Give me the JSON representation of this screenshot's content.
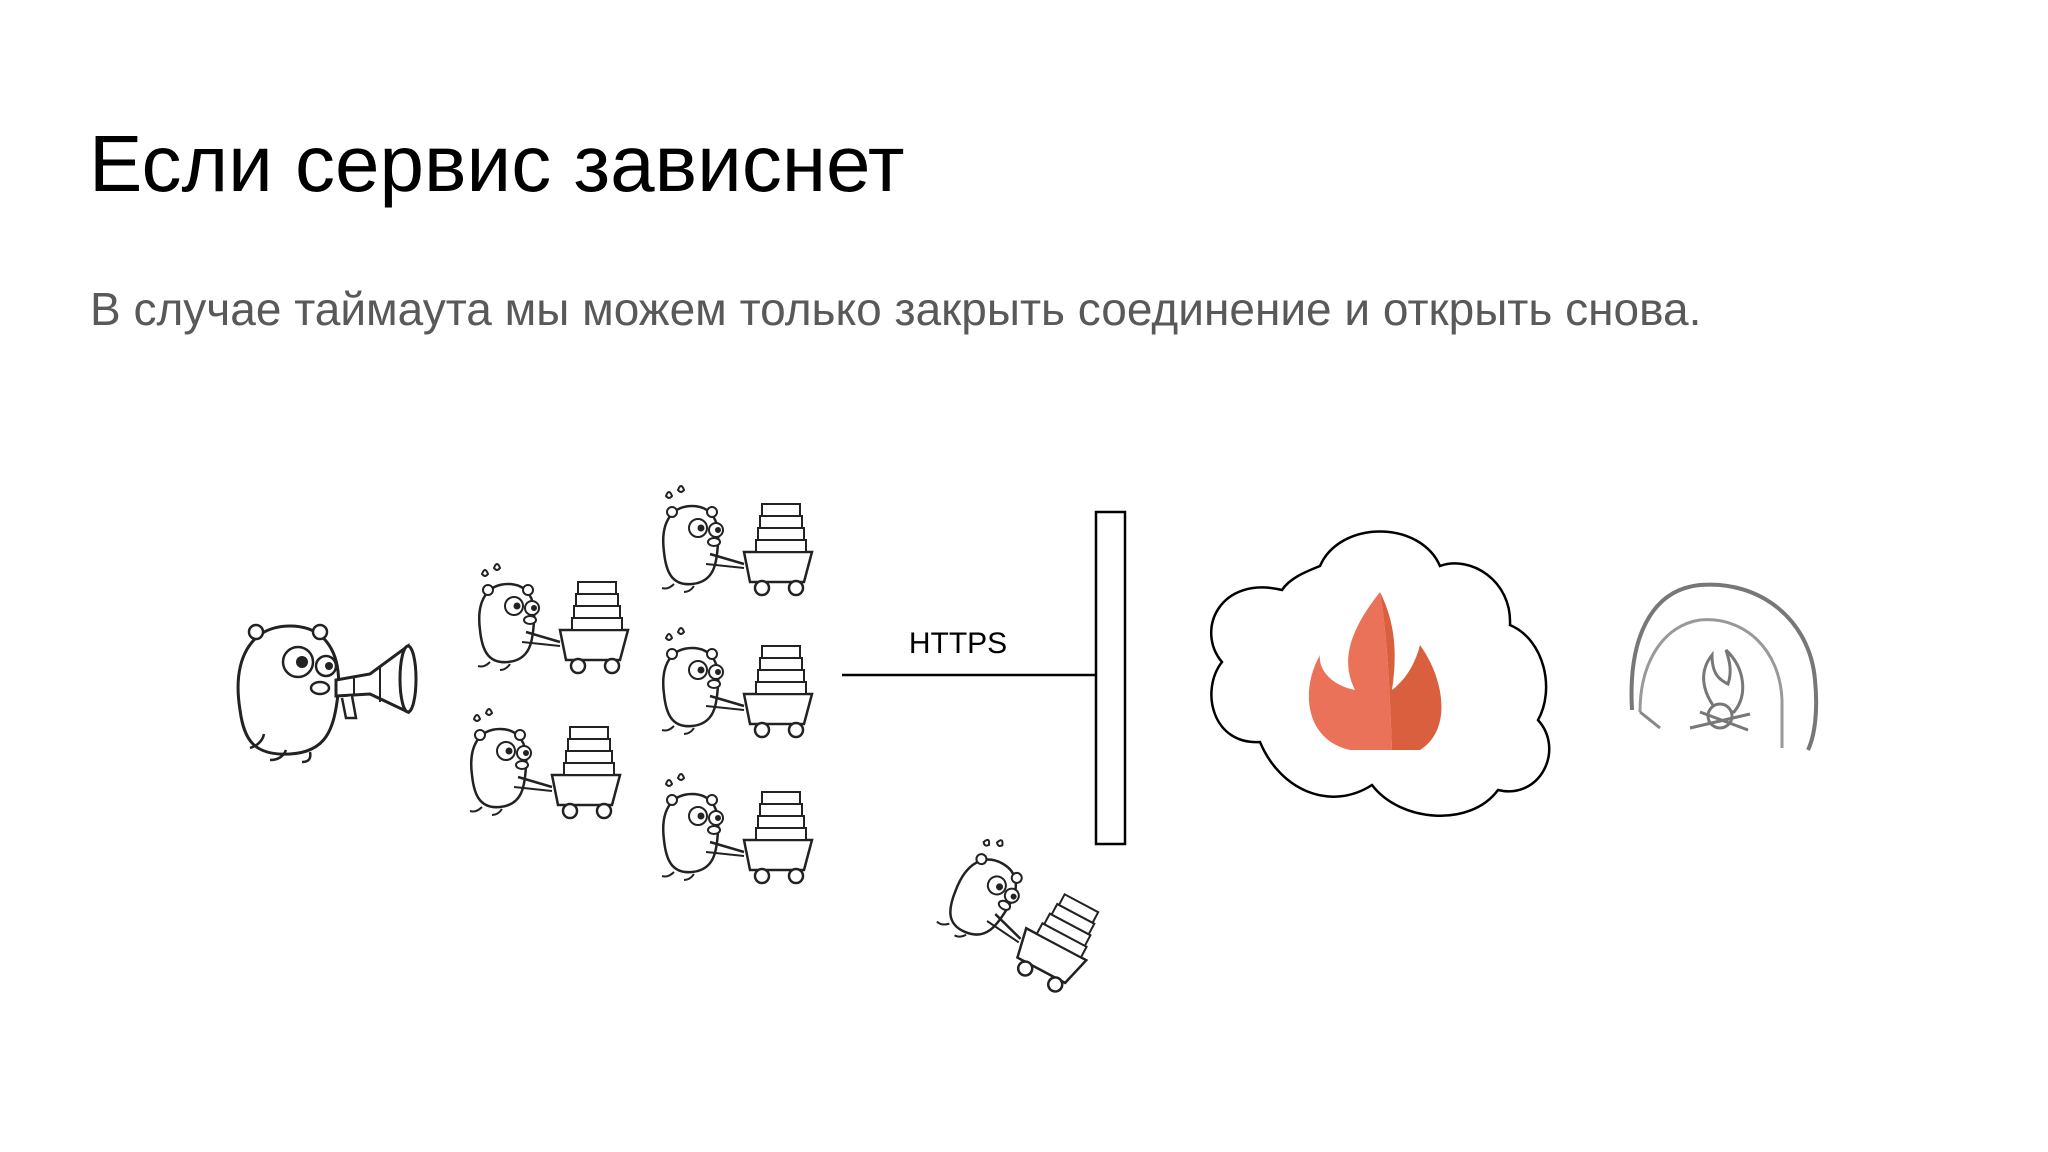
{
  "slide": {
    "title": "Если сервис зависнет",
    "subtitle": "В случае таймаута мы можем только закрыть соединение и открыть снова."
  },
  "diagram": {
    "connection_label": "HTTPS",
    "icons": {
      "leader": "gopher-megaphone-icon",
      "worker": "gopher-cart-icon",
      "fire": "flame-icon",
      "hut": "hut-with-fire-icon"
    },
    "colors": {
      "flame_light": "#ea7258",
      "flame_dark": "#d95f3e",
      "line": "#000000"
    }
  }
}
